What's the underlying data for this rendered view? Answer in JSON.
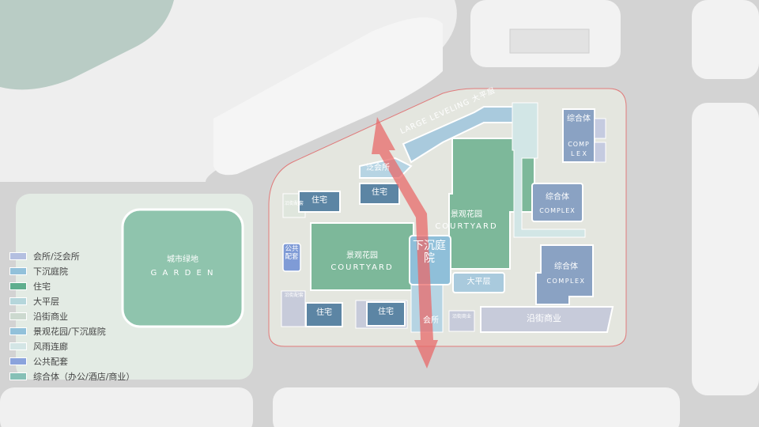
{
  "map": {
    "garden": {
      "cn": "城市绿地",
      "en": "G A R D E N"
    },
    "courtyard_left": {
      "cn": "景观花园",
      "en": "COURTYARD"
    },
    "courtyard_right": {
      "cn": "景观花园",
      "en": "COURTYARD"
    },
    "large_leveling": "LARGE  LEVELING  大平层",
    "pan_clubhouse": "泛会所",
    "residence": "住宅",
    "street_support": "沿街配套",
    "public_facility": "公共配套",
    "sunken_courtyard": "下沉庭院",
    "platform": "大平层",
    "clubhouse": "会所",
    "street_retail_small": "沿街商业",
    "street_retail": "沿街商业",
    "complex_cn": "综合体",
    "complex_en": "COMPLEX",
    "complex_top_en": [
      "COMP",
      "L E X"
    ]
  },
  "legend": [
    {
      "label": "会所/泛会所",
      "color": "#b4bfe0"
    },
    {
      "label": "下沉庭院",
      "color": "#92c1da"
    },
    {
      "label": "住宅",
      "color": "#5fae8e"
    },
    {
      "label": "大平层",
      "color": "#b5d6db"
    },
    {
      "label": "沿街商业",
      "color": "#ccd9cf"
    },
    {
      "label": "景观花园/下沉庭院",
      "color": "#92c1da"
    },
    {
      "label": "风雨连廊",
      "color": "#d3e5e5"
    },
    {
      "label": "公共配套",
      "color": "#8aa3dc"
    },
    {
      "label": "综合体（办公/酒店/商业）",
      "color": "#86c0b6"
    }
  ],
  "colors": {
    "axis_arrow": "#e86a6a",
    "courtyard": "#7db89a",
    "residence": "#5c85a4",
    "complex": "#8aa2c3"
  }
}
